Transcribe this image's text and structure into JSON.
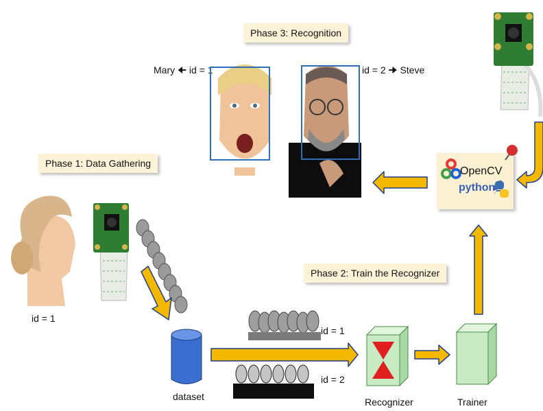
{
  "phases": {
    "phase1": "Phase 1: Data Gathering",
    "phase2": "Phase 2: Train the Recognizer",
    "phase3": "Phase 3: Recognition"
  },
  "labels": {
    "mary": "Mary",
    "id_mary": "id = 1",
    "id_steve": "id = 2",
    "steve": "Steve",
    "id_person": "id = 1",
    "dataset": "dataset",
    "id_row1": "id = 1",
    "id_row2": "id = 2",
    "recognizer": "Recognizer",
    "trainer": "Trainer"
  },
  "logo": {
    "opencv": "OpenCV",
    "python": "python"
  },
  "colors": {
    "arrow_fill": "#f5b800",
    "arrow_stroke": "#1f3f8a",
    "face_box": "#2a6fb8",
    "dataset_cylinder": "#3a6fd0",
    "cube": "#c8ebc4",
    "hourglass": "#e02020",
    "phase_box": "#fdf3d8"
  },
  "icons": [
    "camera-module-icon",
    "person-side-profile",
    "face-thumbnail-stack",
    "database-cylinder-icon",
    "hourglass-icon",
    "cube-icon",
    "opencv-logo",
    "python-logo",
    "pushpin-icon"
  ]
}
